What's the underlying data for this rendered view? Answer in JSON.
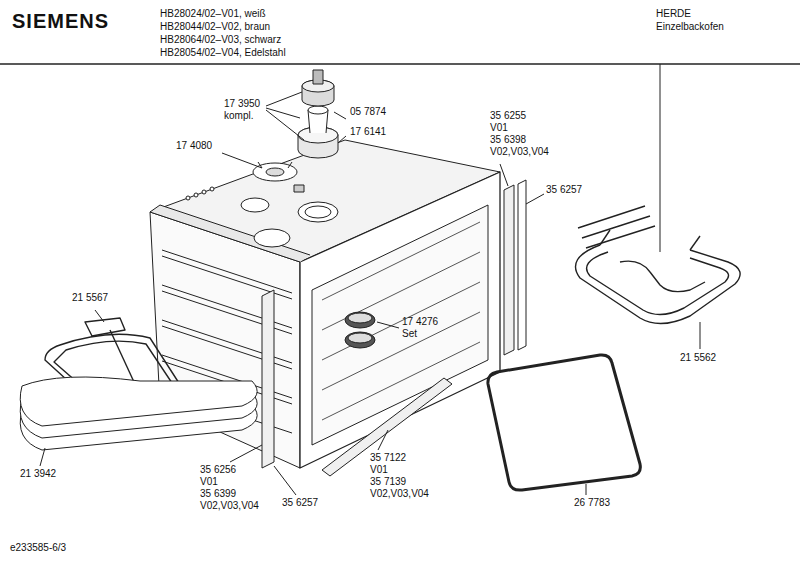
{
  "diagram": {
    "labels": [
      "SIEMENS",
      "HB28024/02–V01, weiß",
      "HB28044/02–V02, braun",
      "HB28064/02–V03, schwarz",
      "HB28054/02–V04, Edelstahl",
      "HERDE",
      "Einzelbackofen",
      "17 3950",
      "kompl.",
      "05 7874",
      "17 6141",
      "17 4080",
      "35 6255",
      "V01",
      "35 6398",
      "V02,V03,V04",
      "35 6257",
      "21 5567",
      "17 4276",
      "Set",
      "21 5562",
      "21 3942",
      "35 6256",
      "V01",
      "35 6399",
      "V02,V03,V04",
      "35 6257",
      "35 7122",
      "V01",
      "35 7139",
      "V02,V03,V04",
      "26 7783",
      "e233585-6/3"
    ]
  }
}
